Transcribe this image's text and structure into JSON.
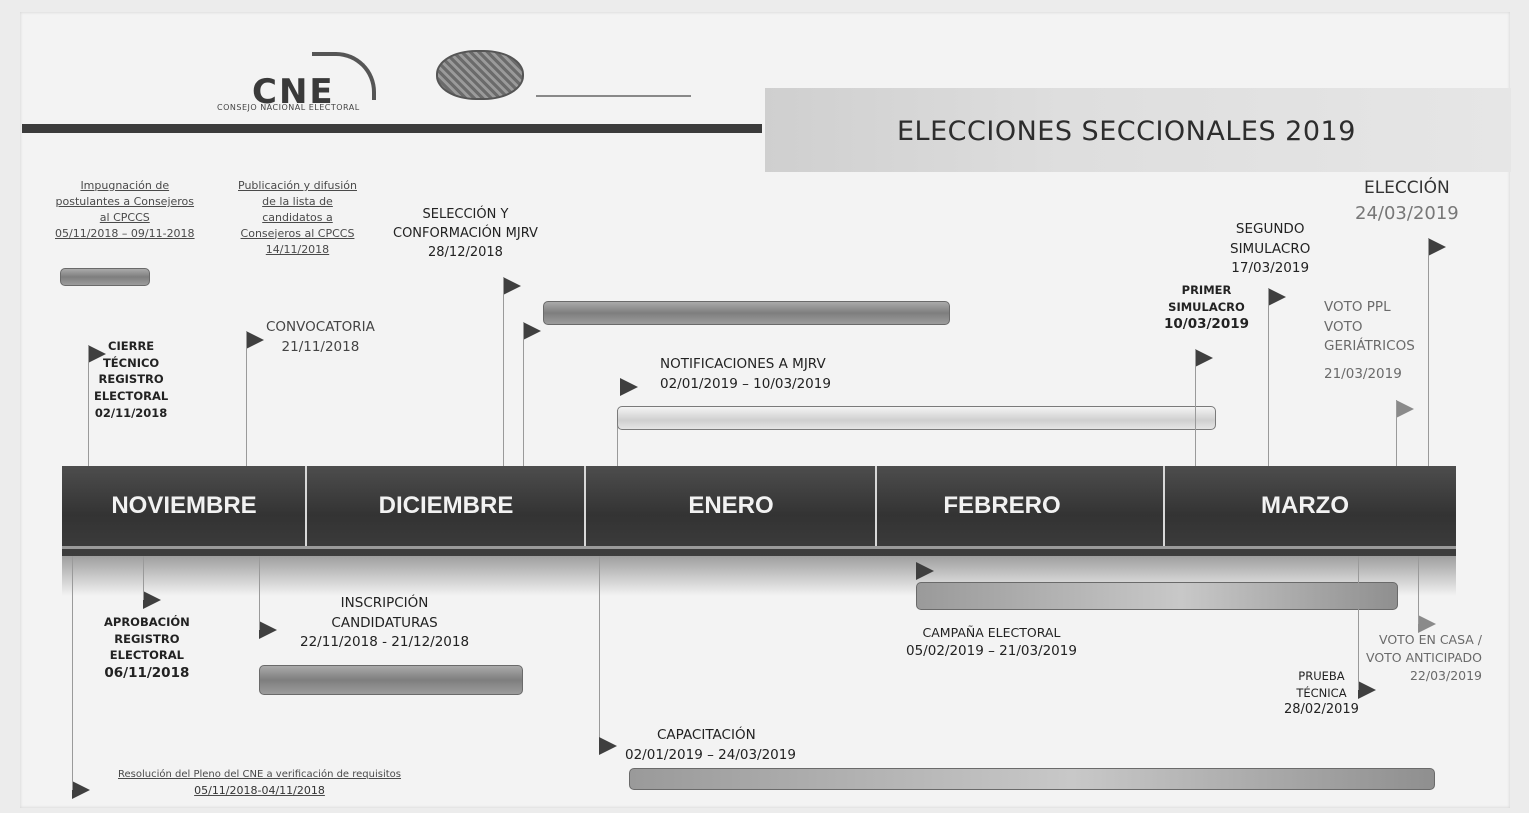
{
  "header": {
    "logo_text": "CNE",
    "logo_subtitle": "CONSEJO NACIONAL ELECTORAL",
    "title": "ELECCIONES SECCIONALES 2019"
  },
  "months": [
    "NOVIEMBRE",
    "DICIEMBRE",
    "ENERO",
    "FEBRERO",
    "MARZO"
  ],
  "events_above": {
    "impugnacion": [
      "Impugnación de",
      "postulantes a Consejeros",
      "al CPCCS",
      "05/11/2018 – 09/11-2018"
    ],
    "publicacion": [
      "Publicación y difusión",
      "de la lista de",
      "candidatos a",
      "Consejeros al CPCCS",
      "14/11/2018"
    ],
    "seleccion": [
      "SELECCIÓN Y",
      "CONFORMACIÓN MJRV",
      "28/12/2018"
    ],
    "cierre": [
      "CIERRE",
      "TÉCNICO",
      "REGISTRO",
      "ELECTORAL",
      "02/11/2018"
    ],
    "convocatoria": [
      "CONVOCATORIA",
      "21/11/2018"
    ],
    "notificaciones": [
      "NOTIFICACIONES A MJRV",
      "02/01/2019 – 10/03/2019"
    ],
    "primer_simulacro": [
      "PRIMER",
      "SIMULACRO",
      "10/03/2019"
    ],
    "segundo_simulacro": [
      "SEGUNDO",
      "SIMULACRO",
      "17/03/2019"
    ],
    "eleccion": [
      "ELECCIÓN",
      "24/03/2019"
    ],
    "voto_ppl": [
      "VOTO PPL",
      "VOTO",
      "GERIÁTRICOS",
      "21/03/2019"
    ]
  },
  "events_below": {
    "aprobacion": [
      "APROBACIÓN",
      "REGISTRO",
      "ELECTORAL",
      "06/11/2018"
    ],
    "inscripcion": [
      "INSCRIPCIÓN",
      "CANDIDATURAS",
      "22/11/2018  - 21/12/2018"
    ],
    "campana": [
      "CAMPAÑA ELECTORAL",
      "05/02/2019  –  21/03/2019"
    ],
    "voto_casa": [
      "VOTO EN CASA /",
      "VOTO ANTICIPADO",
      "22/03/2019"
    ],
    "prueba": [
      "PRUEBA",
      "TÉCNICA",
      "28/02/2019"
    ],
    "capacitacion": [
      "CAPACITACIÓN",
      "02/01/2019 – 24/03/2019"
    ],
    "resolucion": [
      "Resolución del Pleno del CNE a verificación de requisitos",
      "05/11/2018-04/11/2018"
    ]
  }
}
